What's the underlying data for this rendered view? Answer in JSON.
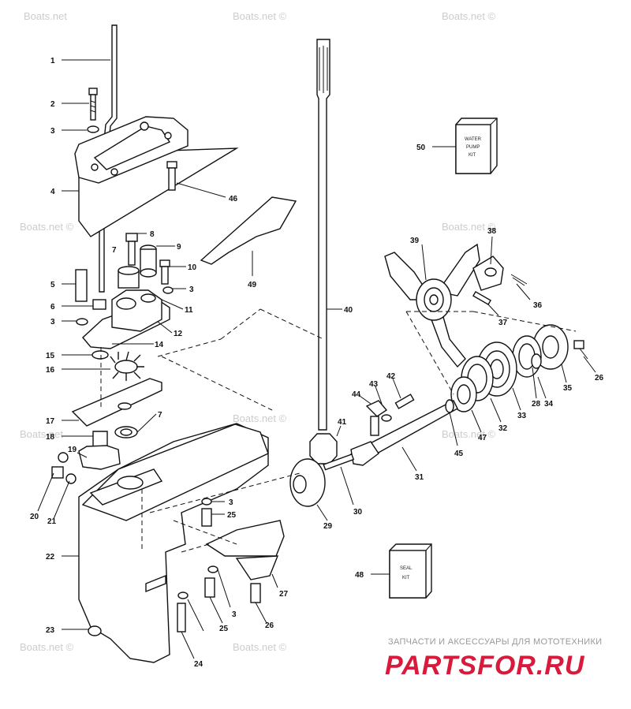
{
  "watermarks": [
    "Boats.net",
    "Boats.net ©",
    "Boats.net ©",
    "Boats.net ©",
    "Boats.net ©",
    "Boats.net ©",
    "Boats.net",
    "Boats.net ©",
    "Boats.net ©",
    "Boats.net ©",
    "Boats.net ©"
  ],
  "callouts": [
    "1",
    "2",
    "3",
    "4",
    "46",
    "8",
    "9",
    "7",
    "10",
    "3",
    "5",
    "6",
    "11",
    "3",
    "12",
    "14",
    "15",
    "16",
    "17",
    "7",
    "18",
    "19",
    "20",
    "21",
    "3",
    "25",
    "22",
    "27",
    "23",
    "3",
    "25",
    "26",
    "24",
    "49",
    "40",
    "50",
    "39",
    "38",
    "36",
    "37",
    "26",
    "35",
    "28",
    "34",
    "33",
    "32",
    "47",
    "45",
    "31",
    "44",
    "43",
    "42",
    "41",
    "29",
    "30",
    "48"
  ],
  "kits": {
    "water_pump": [
      "WATER",
      "PUMP",
      "KIT"
    ],
    "seal": [
      "SEAL",
      "KIT"
    ]
  },
  "branding": {
    "tagline": "ЗАПЧАСТИ И АКСЕССУАРЫ ДЛЯ МОТОТЕХНИКИ",
    "logo": "PARTSFOR.RU"
  }
}
